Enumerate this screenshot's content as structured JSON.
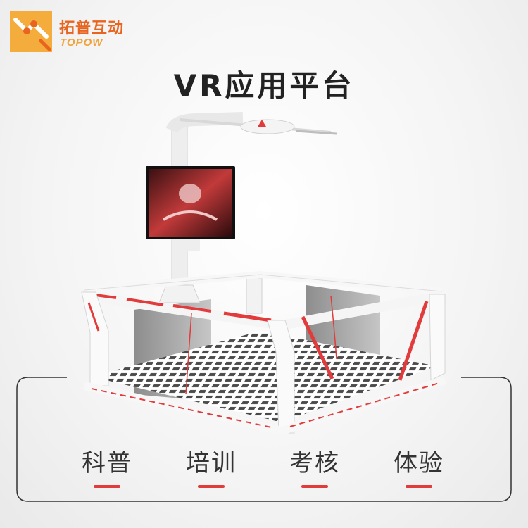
{
  "brand": {
    "name_cn": "拓普互动",
    "name_en": "TOPOW",
    "mark_icon": "topow-logo-icon",
    "color_primary": "#e8641f",
    "color_secondary": "#f2a23a"
  },
  "title": "VR应用平台",
  "image": {
    "subject": "VR standing platform with red-and-white railing, monitor and overhead tracking arm",
    "accent_color": "#e23b3b"
  },
  "features": [
    {
      "label": "科普"
    },
    {
      "label": "培训"
    },
    {
      "label": "考核"
    },
    {
      "label": "体验"
    }
  ]
}
